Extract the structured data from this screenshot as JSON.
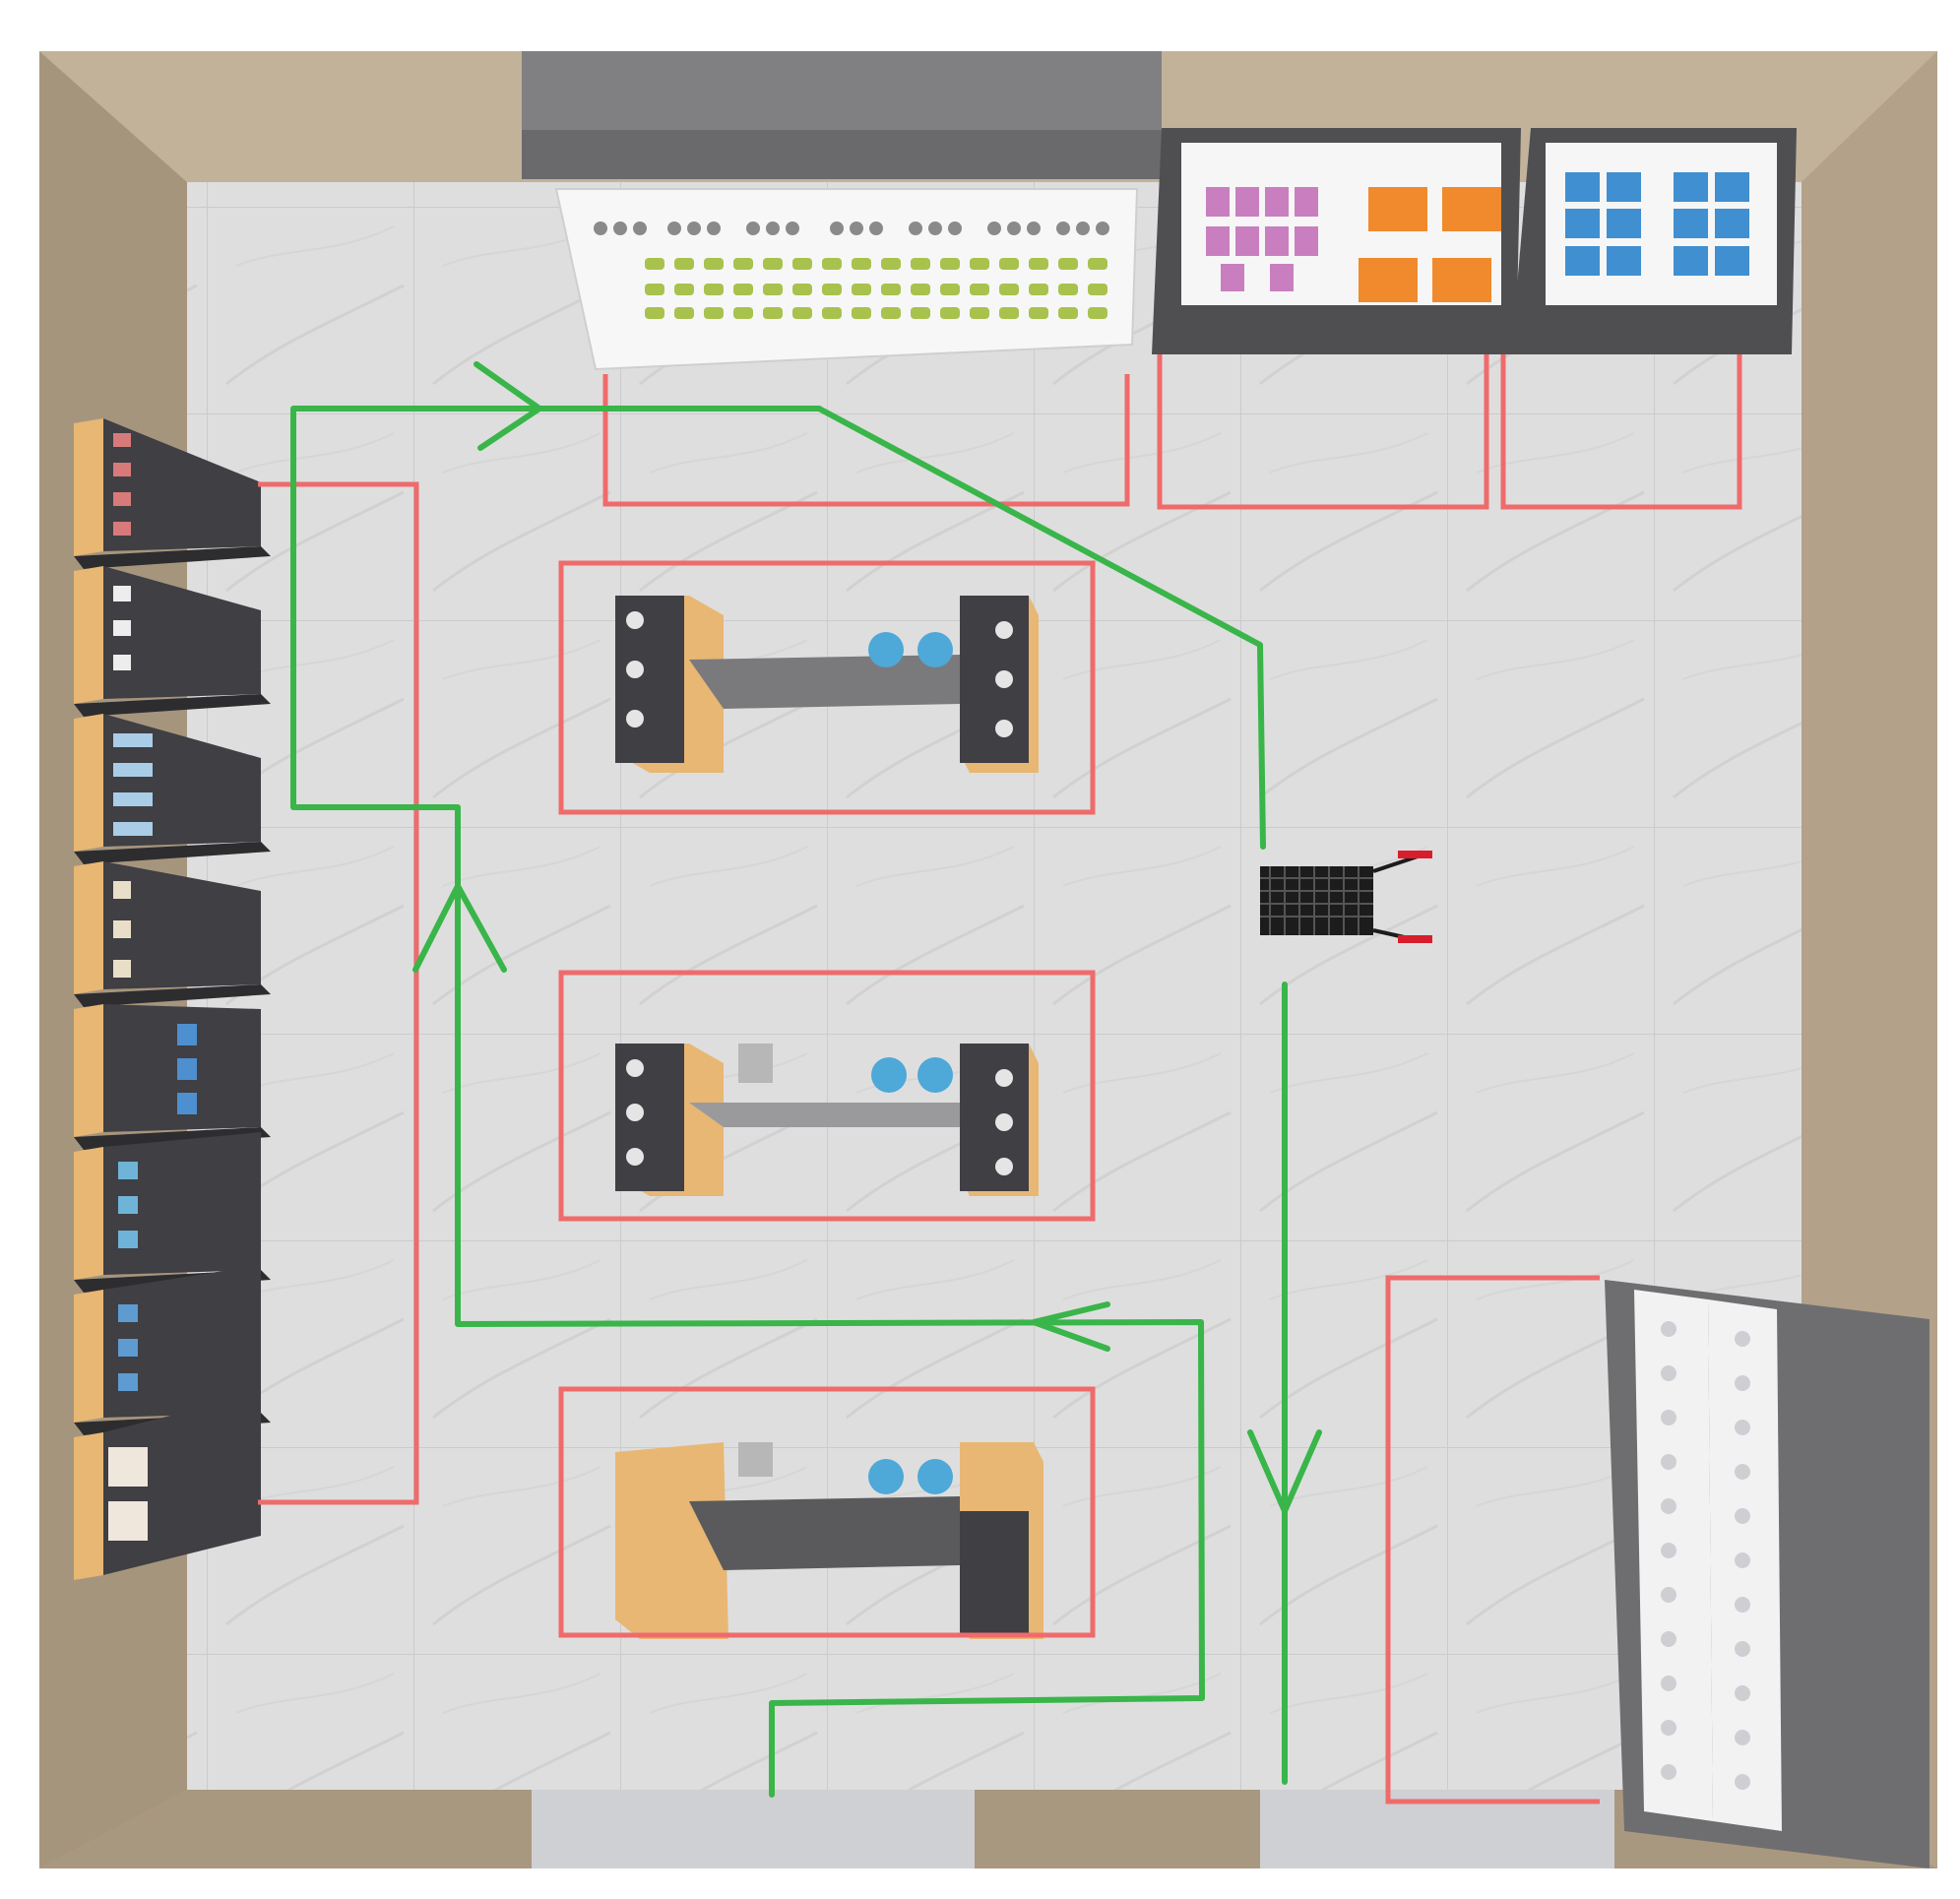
{
  "colors": {
    "wall": "#b9a88f",
    "wall_shadow": "#a29178",
    "floor": "#dcdcdc",
    "floor_tile_line": "#c9c9c9",
    "zone_outline": "#ef6b6b",
    "path": "#39b54a",
    "fixture_dark": "#55555a",
    "fixture_wood": "#e8b774",
    "shelf_back": "#3f3f44",
    "glass_case": "#f3f3f3",
    "product_green": "#a5c24a",
    "product_orange": "#f08a2c",
    "product_blue": "#3f8fd1",
    "product_pink": "#d77bbd",
    "cart_black": "#1c1c1c",
    "cart_handle": "#d81e2c"
  },
  "fixtures": [
    {
      "name": "left-wall-shelving",
      "icon": "wall-shelf-icon"
    },
    {
      "name": "top-display-counter",
      "icon": "display-case-icon"
    },
    {
      "name": "top-freezer-1",
      "icon": "freezer-icon"
    },
    {
      "name": "top-freezer-2",
      "icon": "freezer-icon"
    },
    {
      "name": "center-gondola-1",
      "icon": "gondola-shelf-icon"
    },
    {
      "name": "center-gondola-2",
      "icon": "gondola-shelf-icon"
    },
    {
      "name": "center-gondola-3",
      "icon": "gondola-shelf-icon"
    },
    {
      "name": "right-refrigerator",
      "icon": "refrigerator-icon"
    },
    {
      "name": "shopping-cart",
      "icon": "shopping-cart-icon"
    }
  ],
  "paths": [
    {
      "name": "customer-path-left-loop",
      "arrows": [
        "right",
        "up"
      ]
    },
    {
      "name": "customer-path-right-loop",
      "arrows": [
        "down",
        "left"
      ]
    }
  ]
}
